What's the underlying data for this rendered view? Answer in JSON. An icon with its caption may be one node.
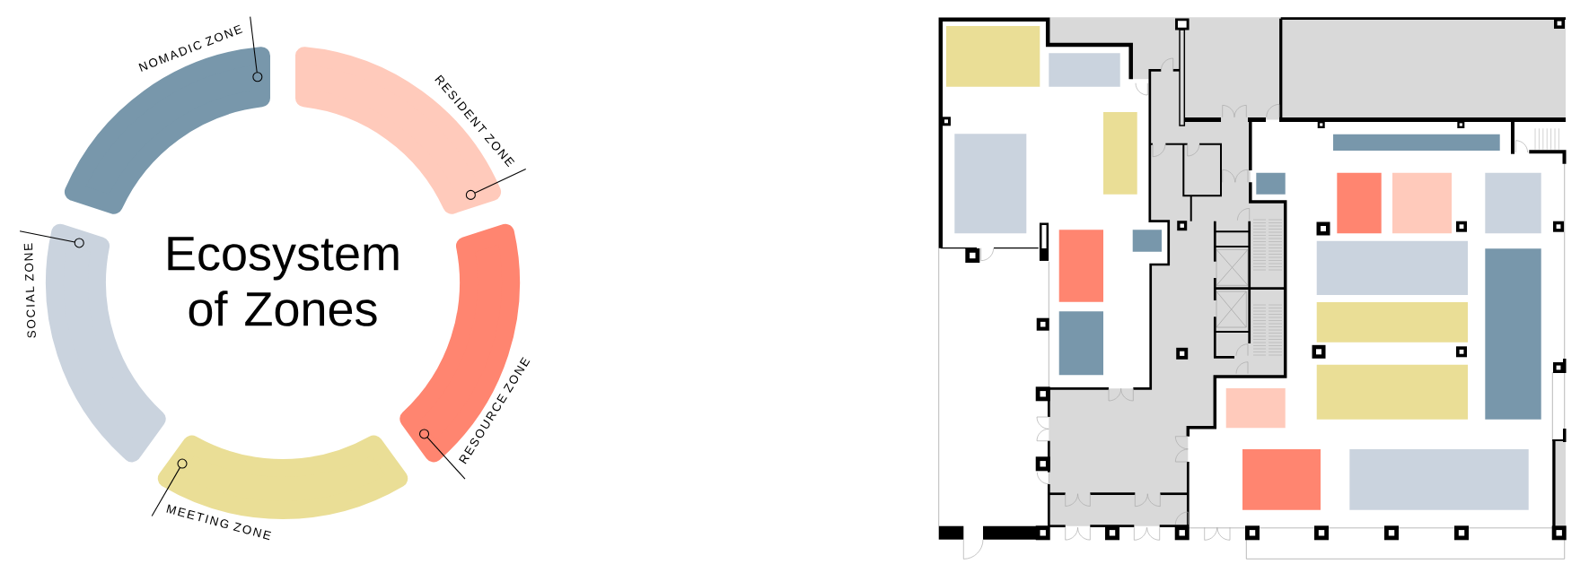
{
  "diagram": {
    "title": "Ecosystem of Zones",
    "nodes": [
      {
        "text": [
          "NOMADIC ZONE"
        ]
      },
      {
        "text": [],
        "shape": "arc"
      },
      {
        "text": [],
        "shape": "circle",
        "in": 1
      },
      {
        "text": [
          "RESIDENT ZONE"
        ]
      },
      {
        "text": [],
        "shape": "arc"
      },
      {
        "text": [],
        "shape": "circle",
        "in": 4
      },
      {
        "text": [
          "SOCIAL ZONE"
        ]
      },
      {
        "text": [],
        "shape": "arc"
      },
      {
        "text": [],
        "shape": "circle",
        "in": 7
      },
      {
        "text": [
          "RESOURCE ZONE"
        ]
      },
      {
        "text": [],
        "shape": "arc"
      },
      {
        "text": [],
        "shape": "circle",
        "in": 10
      },
      {
        "text": [
          "MEETING ZONE"
        ]
      },
      {
        "text": [],
        "shape": "arc"
      },
      {
        "text": [],
        "shape": "circle",
        "in": 13
      }
    ],
    "edges": [
      {
        "from": 0,
        "to": 2,
        "arrow": "none"
      },
      {
        "from": 3,
        "to": 5,
        "arrow": "none"
      },
      {
        "from": 6,
        "to": 8,
        "arrow": "none"
      },
      {
        "from": 9,
        "to": 11,
        "arrow": "none"
      },
      {
        "from": 12,
        "to": 14,
        "arrow": "none"
      }
    ]
  }
}
